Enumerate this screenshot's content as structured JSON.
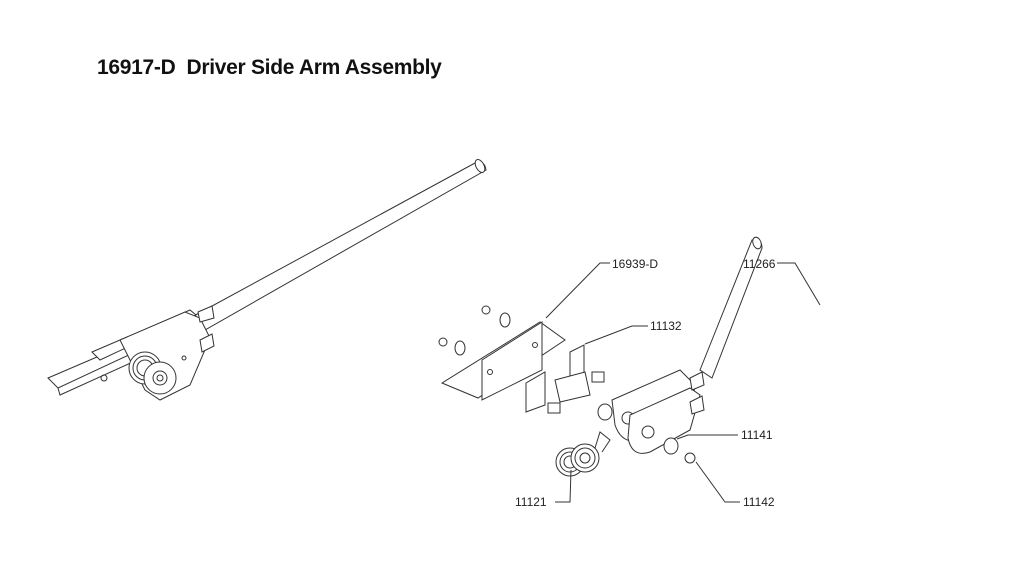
{
  "title": "16917-D  Driver Side Arm Assembly",
  "part_labels": {
    "bracket": "16939-D",
    "arm_rod": "11266",
    "mount": "11132",
    "washer": "11141",
    "clip": "11142",
    "spring": "11121"
  }
}
